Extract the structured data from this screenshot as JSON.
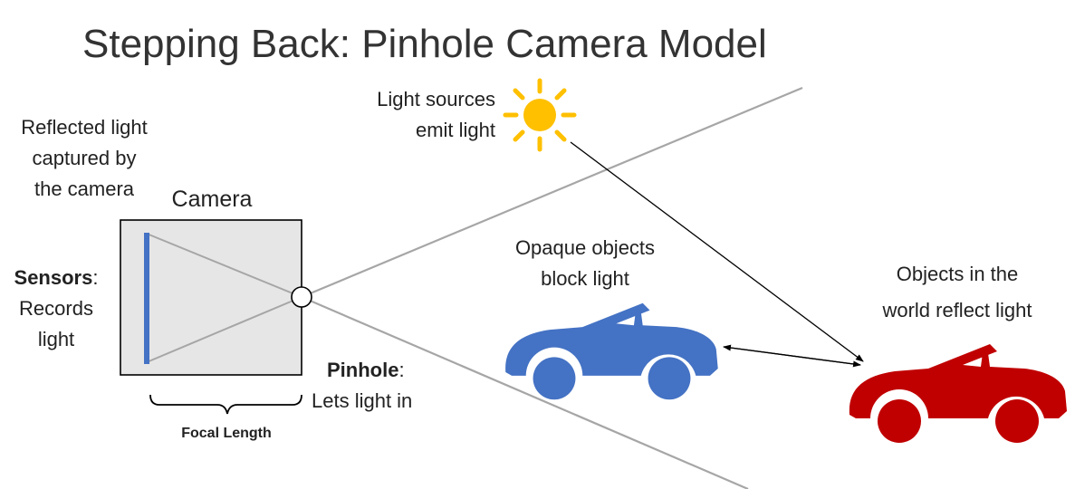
{
  "title": "Stepping Back: Pinhole Camera Model",
  "labels": {
    "reflected": [
      "Reflected light",
      "captured by",
      "the camera"
    ],
    "camera": "Camera",
    "sensors_bold": "Sensors",
    "sensors_rest": ":",
    "sensors_lines": [
      "Records",
      "light"
    ],
    "pinhole_bold": "Pinhole",
    "pinhole_rest": ":",
    "pinhole_line": "Lets light in",
    "focal_length": "Focal Length",
    "light_sources": [
      "Light sources",
      "emit light"
    ],
    "opaque": [
      "Opaque objects",
      "block light"
    ],
    "objects": [
      "Objects in the",
      "world reflect light"
    ]
  },
  "colors": {
    "sensor": "#4472c4",
    "blue_car": "#4472c4",
    "red_car": "#c00000",
    "sun": "#ffc000",
    "camera_fill": "#e7e6e6",
    "rays": "#a6a6a6"
  },
  "icons": {
    "sun": "sun-icon",
    "blue_car": "convertible-car-icon",
    "red_car": "convertible-car-icon"
  }
}
